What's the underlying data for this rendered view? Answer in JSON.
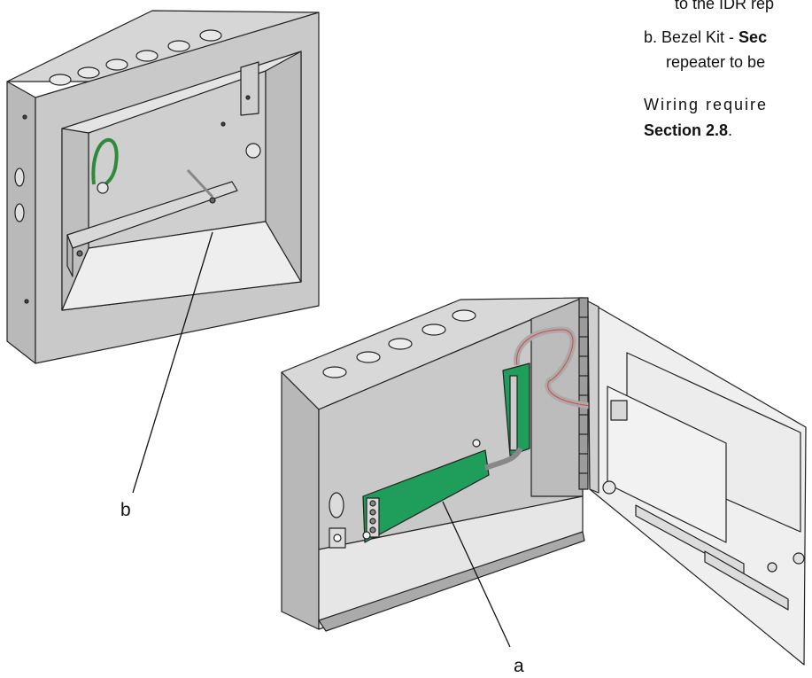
{
  "text": {
    "line1": "to the IDR rep",
    "item_b_prefix": "b.  Bezel Kit - ",
    "item_b_bold": "Sec",
    "item_b_line2": "repeater to be",
    "wiring_line1": "Wiring require",
    "wiring_ref": "Section 2.8",
    "wiring_end": "."
  },
  "callouts": {
    "b": "b",
    "a": "a"
  },
  "colors": {
    "metal_light": "#dcdcdc",
    "metal_mid": "#c4c4c4",
    "metal_dark": "#a9a9a9",
    "pcb_green": "#1e9e5a",
    "ground_wire": "#2e8b3a",
    "outline": "#222222"
  }
}
